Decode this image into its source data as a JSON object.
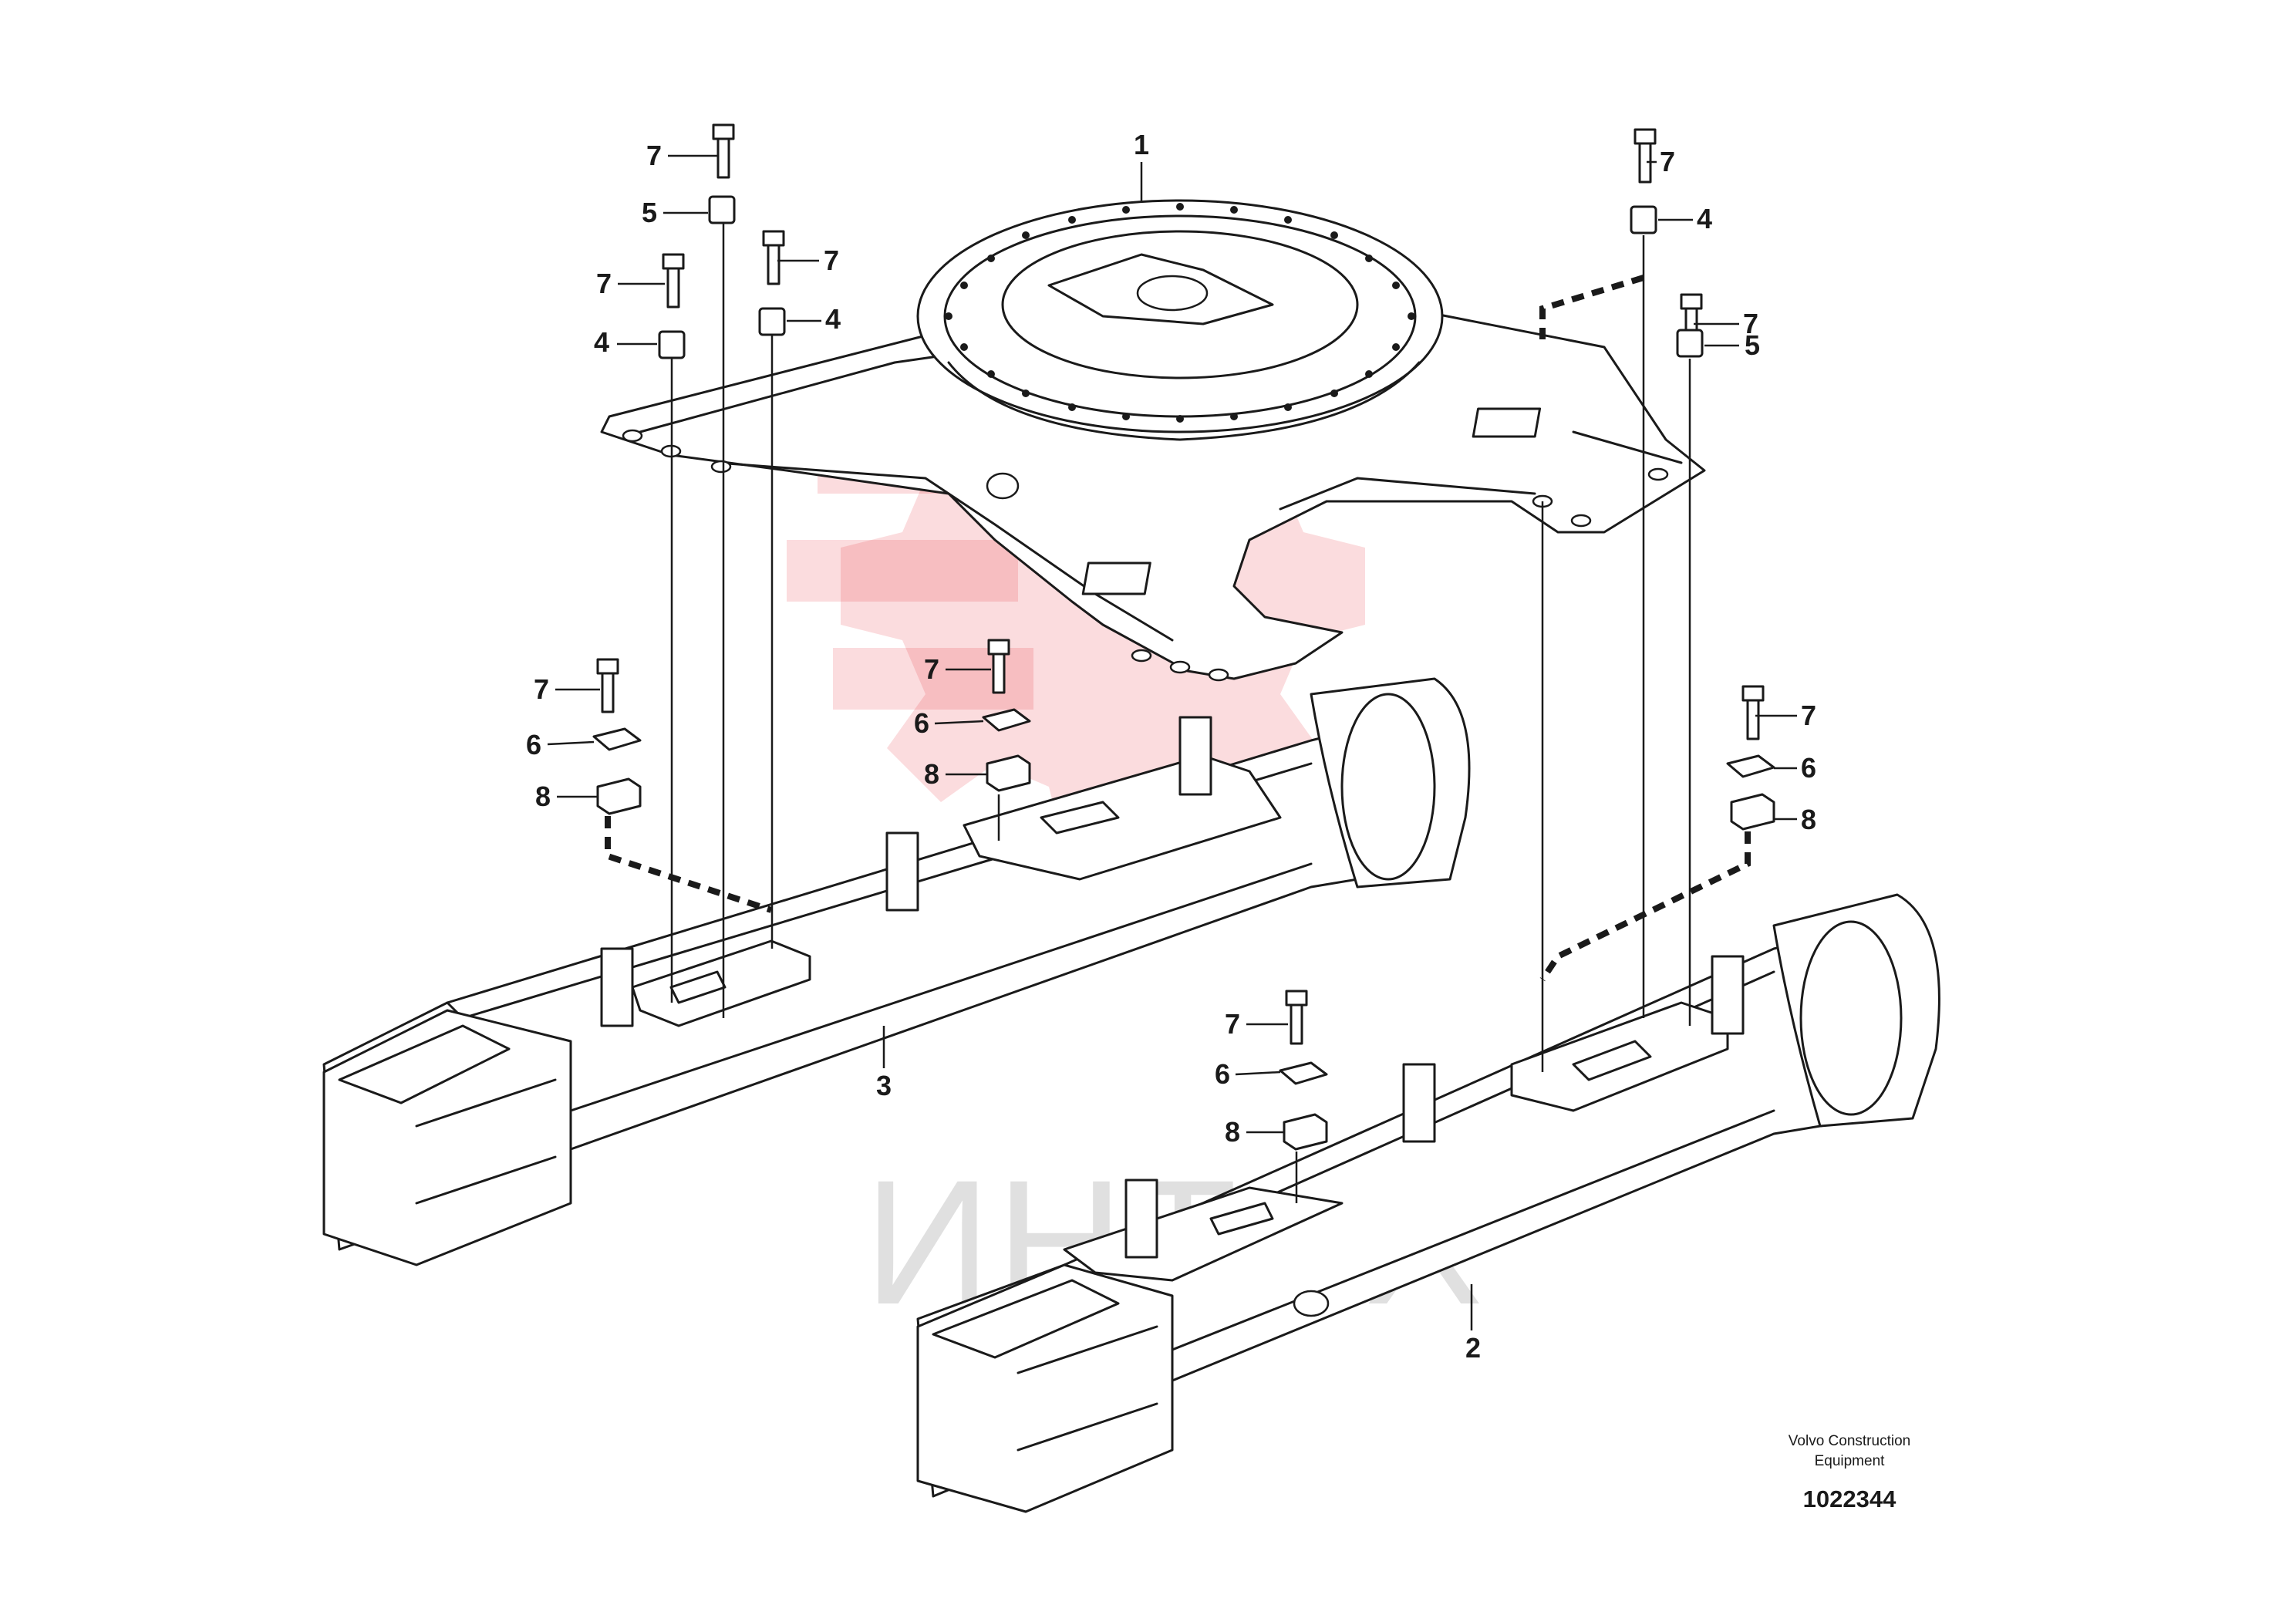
{
  "callouts": [
    {
      "id": "c1",
      "text": "1"
    },
    {
      "id": "c2",
      "text": "2"
    },
    {
      "id": "c3",
      "text": "3"
    },
    {
      "id": "c4a",
      "text": "4"
    },
    {
      "id": "c4b",
      "text": "4"
    },
    {
      "id": "c4c",
      "text": "4"
    },
    {
      "id": "c5a",
      "text": "5"
    },
    {
      "id": "c5b",
      "text": "5"
    },
    {
      "id": "c6a",
      "text": "6"
    },
    {
      "id": "c6b",
      "text": "6"
    },
    {
      "id": "c6c",
      "text": "6"
    },
    {
      "id": "c6d",
      "text": "6"
    },
    {
      "id": "c7a",
      "text": "7"
    },
    {
      "id": "c7b",
      "text": "7"
    },
    {
      "id": "c7c",
      "text": "7"
    },
    {
      "id": "c7d",
      "text": "7"
    },
    {
      "id": "c7e",
      "text": "7"
    },
    {
      "id": "c7f",
      "text": "7"
    },
    {
      "id": "c7g",
      "text": "7"
    },
    {
      "id": "c7h",
      "text": "7"
    },
    {
      "id": "c7i",
      "text": "7"
    },
    {
      "id": "c8a",
      "text": "8"
    },
    {
      "id": "c8b",
      "text": "8"
    },
    {
      "id": "c8c",
      "text": "8"
    },
    {
      "id": "c8d",
      "text": "8"
    }
  ],
  "caption": {
    "line1": "Volvo Construction",
    "line2": "Equipment",
    "ref_number": "1022344"
  },
  "watermark": {
    "text": "ИНТЕХ",
    "logo": "gear-logo",
    "color": "#e30613"
  }
}
